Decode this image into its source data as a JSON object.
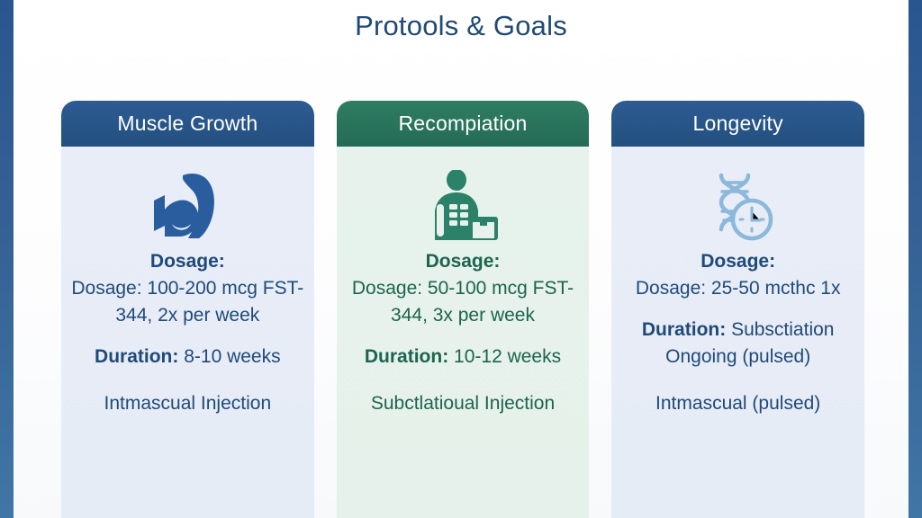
{
  "slide": {
    "title": "Protools & Goals",
    "accent_bar_color": "#36619a",
    "background_color": "#ffffff"
  },
  "cards": [
    {
      "id": "muscle-growth",
      "header": "Muscle Growth",
      "header_color": "#23507f",
      "body_color": "#e7ecf6",
      "text_color": "#1f4a78",
      "icon": "flexed-biceps-icon",
      "dosage_heading": "Dosage:",
      "dosage_text": "Dosage: 100-200 mcg FST-344, 2x per week",
      "duration_label": "Duration:",
      "duration_value": "8-10 weeks",
      "route": "Intmascual Injection"
    },
    {
      "id": "recompiation",
      "header": "Recompiation",
      "header_color": "#246b55",
      "body_color": "#e6f1ea",
      "text_color": "#1d6450",
      "icon": "torso-abs-briefcase-icon",
      "dosage_heading": "Dosage:",
      "dosage_text": "Dosage: 50-100 mcg FST-344, 3x per week",
      "duration_label": "Duration:",
      "duration_value": "10-12 weeks",
      "route": "Subctlatioual  Injection"
    },
    {
      "id": "longevity",
      "header": "Longevity",
      "header_color": "#23507f",
      "body_color": "#e7ecf6",
      "text_color": "#1f4a78",
      "icon": "dna-clock-icon",
      "dosage_heading": "Dosage:",
      "dosage_text": "Dosage: 25-50 mcthc 1x",
      "duration_label": "Duration:",
      "duration_value": "Subsctiation Ongoing (pulsed)",
      "route": "Intmascual (pulsed)"
    }
  ]
}
